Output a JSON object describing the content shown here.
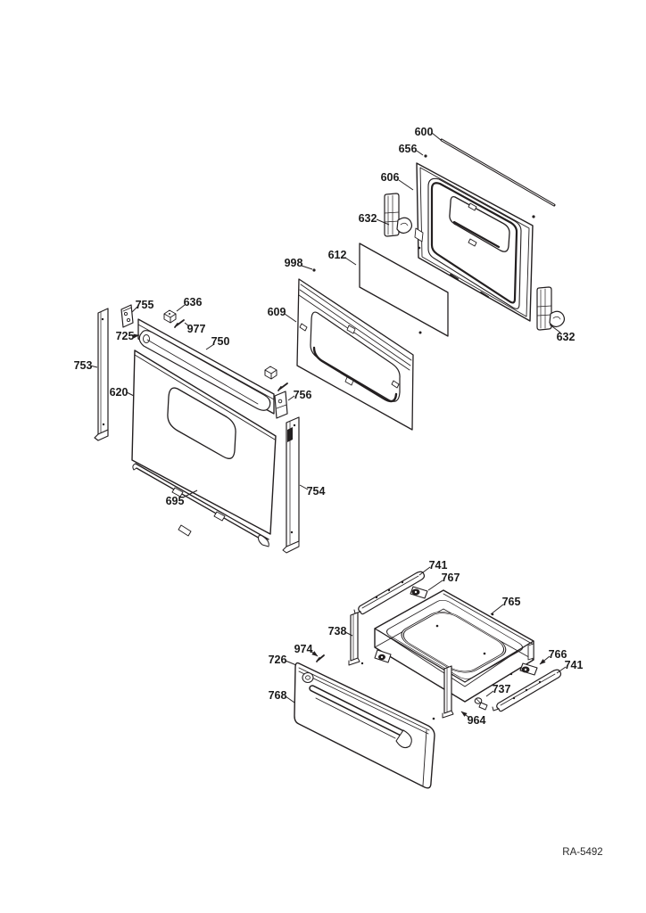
{
  "diagram": {
    "reference": "RA-5492",
    "colors": {
      "background": "#ffffff",
      "line": "#231f20",
      "label": "#1a1a1a"
    },
    "part_numbers_visible": [
      "600",
      "606",
      "609",
      "612",
      "620",
      "632",
      "636",
      "656",
      "695",
      "725",
      "726",
      "737",
      "738",
      "741",
      "750",
      "753",
      "754",
      "755",
      "756",
      "765",
      "766",
      "767",
      "768",
      "964",
      "974",
      "977",
      "998"
    ],
    "assemblies": {
      "door_inner": {
        "labels": [
          "600",
          "656",
          "606",
          "632",
          "612",
          "998",
          "609",
          "632"
        ]
      },
      "door_outer": {
        "labels": [
          "755",
          "636",
          "977",
          "725",
          "750",
          "753",
          "620",
          "756",
          "695",
          "754"
        ]
      },
      "drawer": {
        "labels": [
          "741",
          "767",
          "765",
          "738",
          "974",
          "726",
          "768",
          "766",
          "741",
          "737",
          "964"
        ]
      }
    },
    "labels": [
      {
        "id": "600",
        "text": "600"
      },
      {
        "id": "656",
        "text": "656"
      },
      {
        "id": "606",
        "text": "606"
      },
      {
        "id": "632-left",
        "text": "632"
      },
      {
        "id": "612",
        "text": "612"
      },
      {
        "id": "998",
        "text": "998"
      },
      {
        "id": "609",
        "text": "609"
      },
      {
        "id": "632-right",
        "text": "632"
      },
      {
        "id": "755",
        "text": "755"
      },
      {
        "id": "636",
        "text": "636"
      },
      {
        "id": "977",
        "text": "977"
      },
      {
        "id": "725",
        "text": "725"
      },
      {
        "id": "750",
        "text": "750"
      },
      {
        "id": "753",
        "text": "753"
      },
      {
        "id": "620",
        "text": "620"
      },
      {
        "id": "756",
        "text": "756"
      },
      {
        "id": "695",
        "text": "695"
      },
      {
        "id": "754",
        "text": "754"
      },
      {
        "id": "741-upper",
        "text": "741"
      },
      {
        "id": "767",
        "text": "767"
      },
      {
        "id": "765",
        "text": "765"
      },
      {
        "id": "738",
        "text": "738"
      },
      {
        "id": "974",
        "text": "974"
      },
      {
        "id": "726",
        "text": "726"
      },
      {
        "id": "768",
        "text": "768"
      },
      {
        "id": "766",
        "text": "766"
      },
      {
        "id": "741-lower",
        "text": "741"
      },
      {
        "id": "737",
        "text": "737"
      },
      {
        "id": "964",
        "text": "964"
      }
    ]
  }
}
